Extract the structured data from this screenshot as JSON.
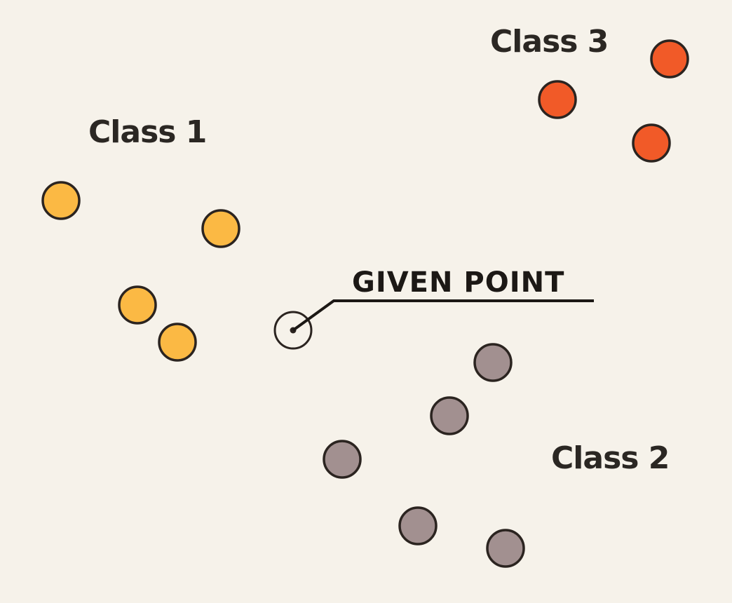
{
  "labels": {
    "class1": "Class 1",
    "class2": "Class 2",
    "class3": "Class 3",
    "given_point": "GIVEN POINT"
  },
  "colors": {
    "background": "#f6f2ea",
    "class1": "#fbb944",
    "class2": "#a29090",
    "class3": "#f15a28",
    "stroke": "#2b2420",
    "text": "#2b2723"
  },
  "legend_count": 3
}
